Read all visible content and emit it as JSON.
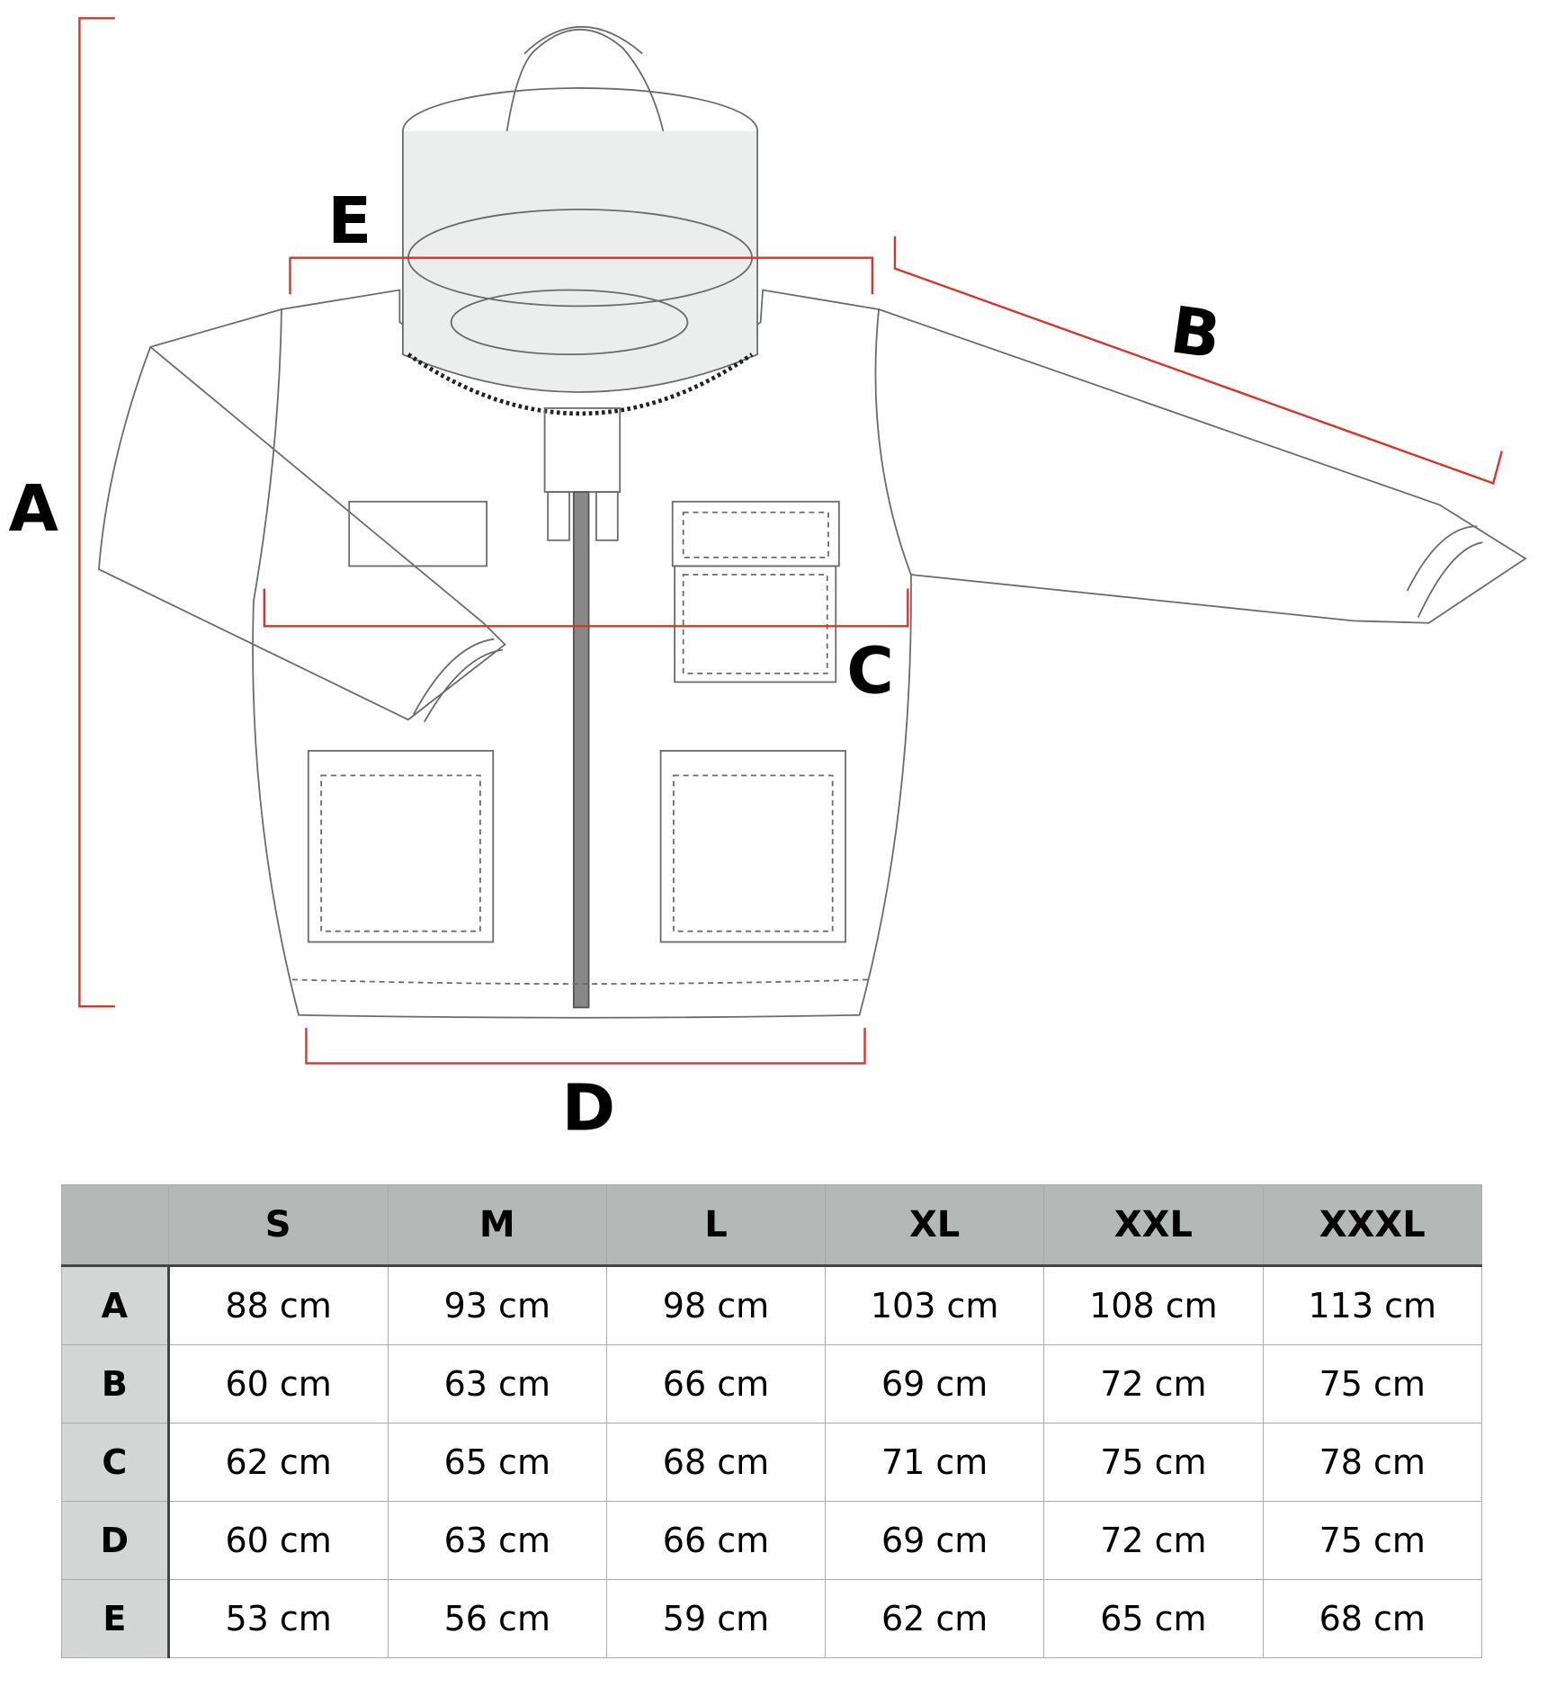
{
  "diagram": {
    "labels": {
      "A": "A",
      "B": "B",
      "C": "C",
      "D": "D",
      "E": "E"
    },
    "colors": {
      "dimension_line": "#d9342b",
      "outline": "#6b6b6b",
      "header_bg": "#b4b8b7",
      "rowhead_bg": "#d4d6d5"
    }
  },
  "table": {
    "sizes": [
      "S",
      "M",
      "L",
      "XL",
      "XXL",
      "XXXL"
    ],
    "rows": [
      {
        "label": "A",
        "values": [
          "88 cm",
          "93 cm",
          "98 cm",
          "103 cm",
          "108 cm",
          "113 cm"
        ]
      },
      {
        "label": "B",
        "values": [
          "60 cm",
          "63 cm",
          "66 cm",
          "69 cm",
          "72 cm",
          "75 cm"
        ]
      },
      {
        "label": "C",
        "values": [
          "62 cm",
          "65 cm",
          "68 cm",
          "71 cm",
          "75 cm",
          "78 cm"
        ]
      },
      {
        "label": "D",
        "values": [
          "60 cm",
          "63 cm",
          "66 cm",
          "69 cm",
          "72 cm",
          "75 cm"
        ]
      },
      {
        "label": "E",
        "values": [
          "53 cm",
          "56 cm",
          "59 cm",
          "62 cm",
          "65 cm",
          "68 cm"
        ]
      }
    ]
  }
}
